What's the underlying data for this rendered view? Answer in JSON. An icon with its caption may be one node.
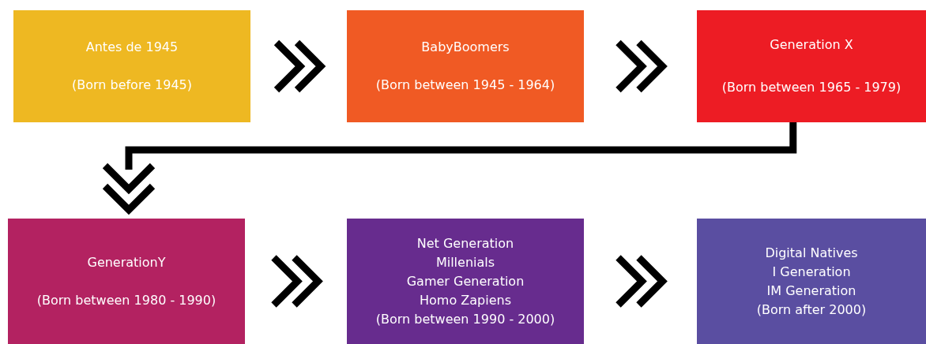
{
  "diagram": {
    "nodes": [
      {
        "text": [
          "Antes de 1945",
          "(Born before 1945)"
        ]
      },
      {
        "text": [
          "BabyBoomers",
          "(Born between 1945 - 1964)"
        ]
      },
      {
        "text": [
          "Generation X",
          "(Born between 1965 - 1979)"
        ]
      },
      {
        "text": [
          "GenerationY",
          "(Born between 1980 - 1990)"
        ]
      },
      {
        "text": [
          "Net Generation",
          "Millenials",
          "Gamer Generation",
          "Homo Zapiens",
          "(Born between 1990 - 2000)"
        ]
      },
      {
        "text": [
          "Digital Natives",
          "I Generation",
          "IM Generation",
          "(Born after 2000)"
        ]
      }
    ],
    "edges": [
      {
        "from": 0,
        "to": 1,
        "arrow": "to"
      },
      {
        "from": 1,
        "to": 2,
        "arrow": "to"
      },
      {
        "from": 2,
        "to": 3,
        "arrow": "to"
      },
      {
        "from": 3,
        "to": 4,
        "arrow": "to"
      },
      {
        "from": 4,
        "to": 5,
        "arrow": "to"
      }
    ]
  }
}
